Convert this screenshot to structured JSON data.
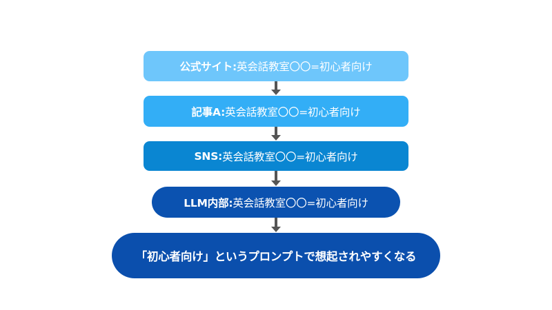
{
  "diagram": {
    "type": "vertical-flowchart",
    "nodes": [
      {
        "id": "official-site",
        "lead": "公式サイト:",
        "text": "英会話教室〇〇=初心者向け",
        "color": "#6ec6fb",
        "shape": "rounded-rect"
      },
      {
        "id": "article-a",
        "lead": "記事A:",
        "text": "英会話教室〇〇=初心者向け",
        "color": "#33aef6",
        "shape": "rounded-rect"
      },
      {
        "id": "sns",
        "lead": "SNS:",
        "text": "英会話教室〇〇=初心者向け",
        "color": "#0a86d2",
        "shape": "rounded-rect"
      },
      {
        "id": "llm-internal",
        "lead": "LLM内部:",
        "text": "英会話教室〇〇=初心者向け",
        "color": "#0b52b0",
        "shape": "pill"
      },
      {
        "id": "result",
        "lead": "",
        "text": "「初心者向け」というプロンプトで想起されやすくなる",
        "color": "#0b4fad",
        "shape": "pill"
      }
    ],
    "edges": [
      {
        "from": "official-site",
        "to": "article-a"
      },
      {
        "from": "article-a",
        "to": "sns"
      },
      {
        "from": "sns",
        "to": "llm-internal"
      },
      {
        "from": "llm-internal",
        "to": "result"
      }
    ],
    "arrow_color": "#555555"
  }
}
